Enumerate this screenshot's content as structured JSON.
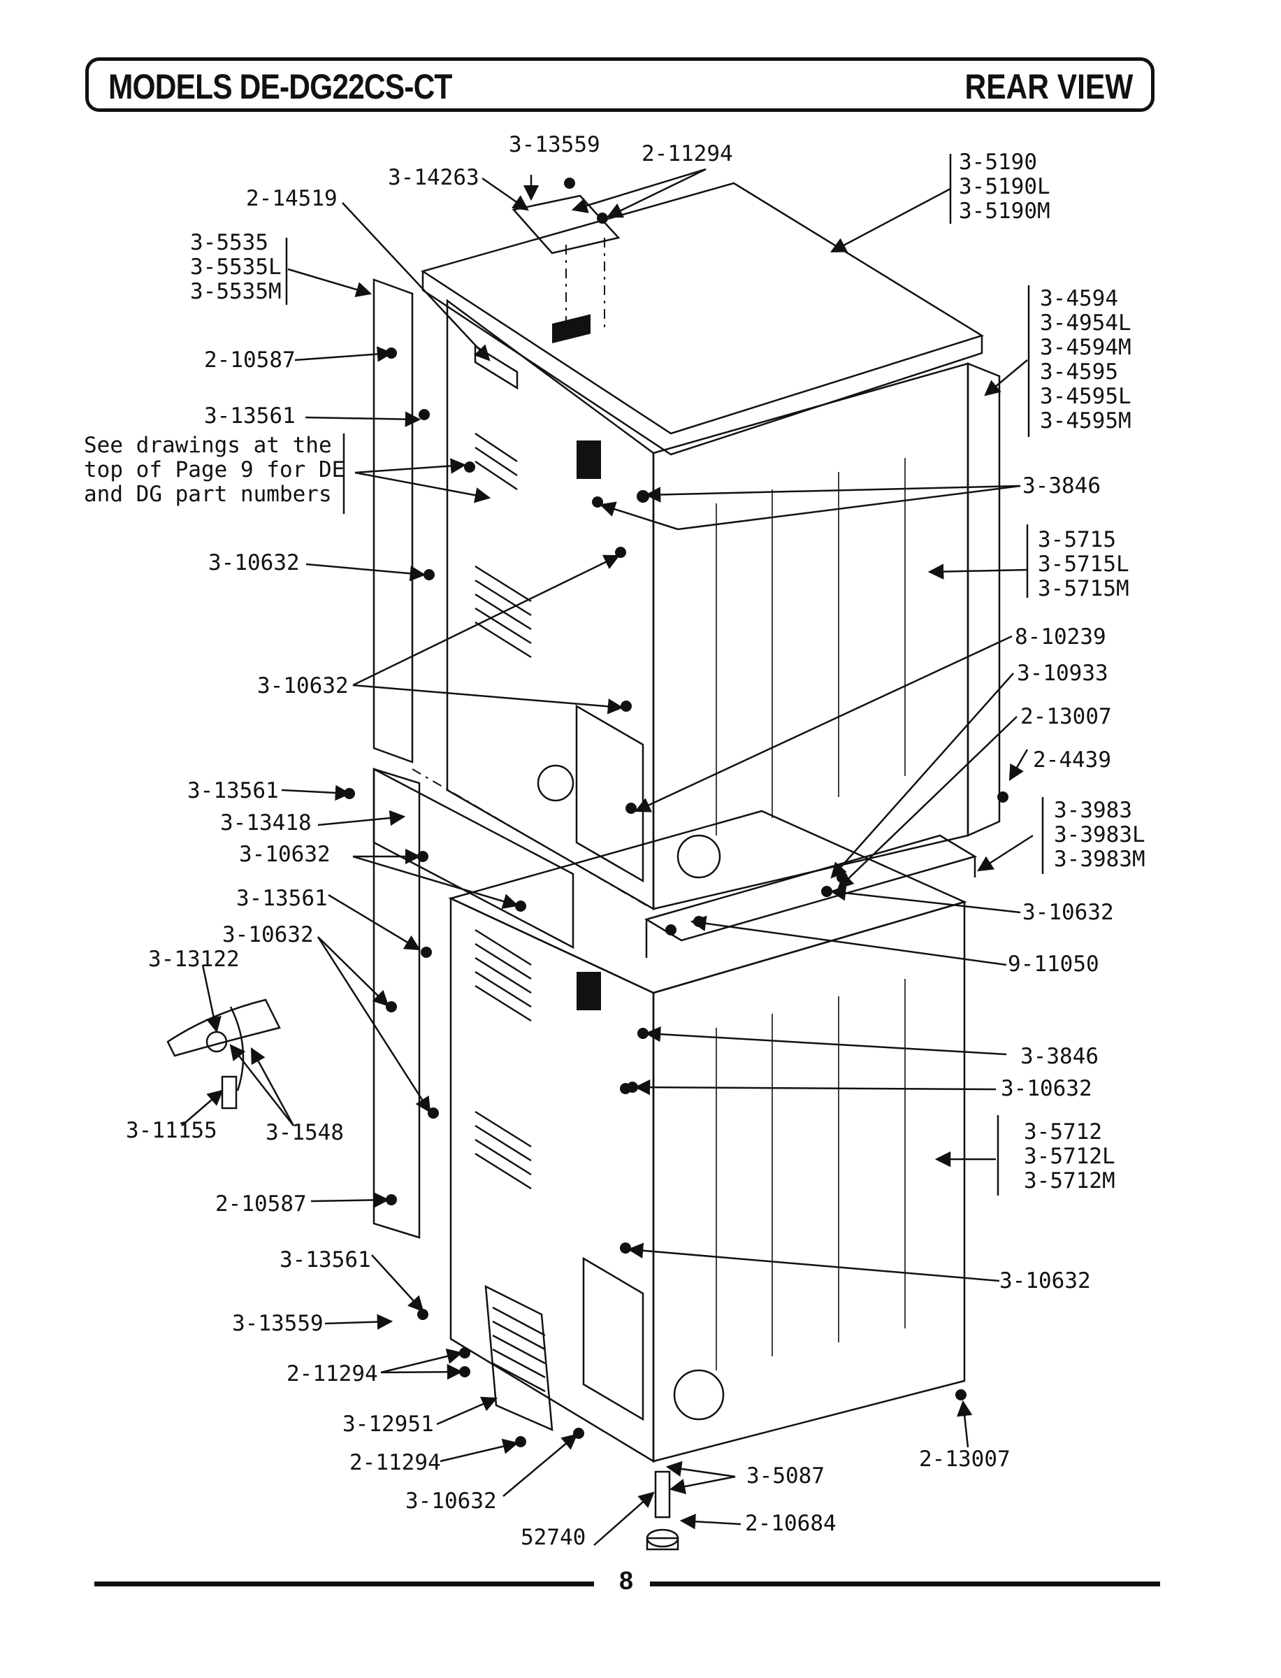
{
  "header": {
    "title": "MODELS DE-DG22CS-CT",
    "view": "REAR VIEW"
  },
  "footer": {
    "page_number": "8"
  },
  "labels": {
    "l_13559_top": "3-13559",
    "l_11294_top": "2-11294",
    "l_14263": "3-14263",
    "l_14519": "2-14519",
    "l_5535": "3-5535\n3-5535L\n3-5535M",
    "l_5190": "3-5190\n3-5190L\n3-5190M",
    "l_4594": "3-4594\n3-4954L\n3-4594M\n3-4595\n3-4595L\n3-4595M",
    "l_10587_top": "2-10587",
    "l_13561_a": "3-13561",
    "l_note": "See drawings at the\ntop of Page 9 for DE\nand DG part numbers",
    "l_3846_top": "3-3846",
    "l_5715": "3-5715\n3-5715L\n3-5715M",
    "l_10632_a": "3-10632",
    "l_10239": "8-10239",
    "l_10933": "3-10933",
    "l_13007_top": "2-13007",
    "l_4439": "2-4439",
    "l_10632_b": "3-10632",
    "l_3983": "3-3983\n3-3983L\n3-3983M",
    "l_13561_b": "3-13561",
    "l_13418": "3-13418",
    "l_10632_c": "3-10632",
    "l_10632_r1": "3-10632",
    "l_13561_c": "3-13561",
    "l_11050": "9-11050",
    "l_10632_d": "3-10632",
    "l_13122": "3-13122",
    "l_3846_bot": "3-3846",
    "l_10632_r2": "3-10632",
    "l_5712": "3-5712\n3-5712L\n3-5712M",
    "l_11155": "3-11155",
    "l_1548": "3-1548",
    "l_10587_bot": "2-10587",
    "l_13561_d": "3-13561",
    "l_10632_r3": "3-10632",
    "l_13559_bot": "3-13559",
    "l_11294_a": "2-11294",
    "l_12951": "3-12951",
    "l_11294_b": "2-11294",
    "l_10632_e": "3-10632",
    "l_5087": "3-5087",
    "l_52740": "52740",
    "l_10684": "2-10684",
    "l_13007_bot": "2-13007"
  }
}
